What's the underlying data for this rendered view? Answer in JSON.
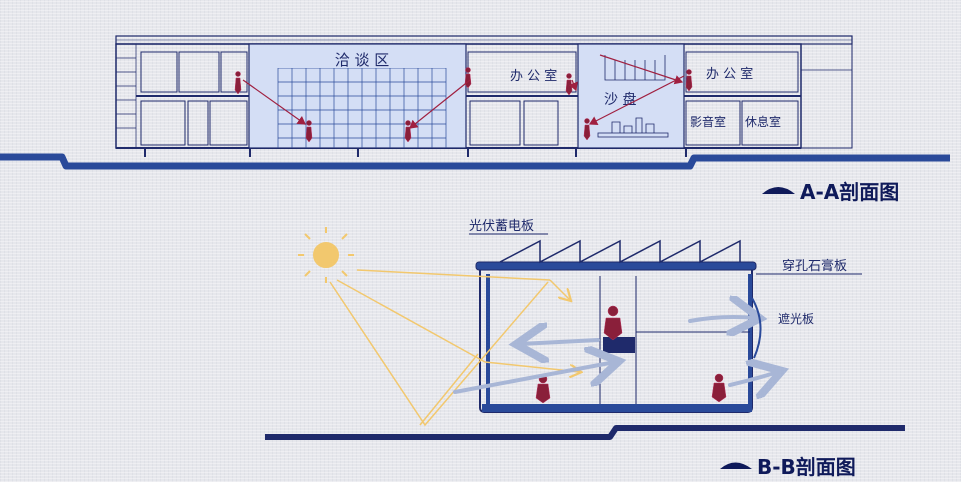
{
  "section_aa": {
    "title": "A-A剖面图",
    "rooms": {
      "negotiation": "洽 谈 区",
      "office_left": "办 公 室",
      "office_right": "办 公 室",
      "sandtable": "沙 盘",
      "av_room": "影音室",
      "lounge": "休息室"
    }
  },
  "section_bb": {
    "title": "B-B剖面图",
    "labels": {
      "pv_panel": "光伏蓄电板",
      "perforated_gypsum": "穿孔石膏板",
      "louver": "遮光板"
    }
  },
  "colors": {
    "ink": "#1f2a6b",
    "structure_blue": "#2a4a9a",
    "room_fill": "#d4def5",
    "sun": "#f2c86e",
    "person": "#8a1f3a",
    "airflow": "#a8b6d6"
  }
}
